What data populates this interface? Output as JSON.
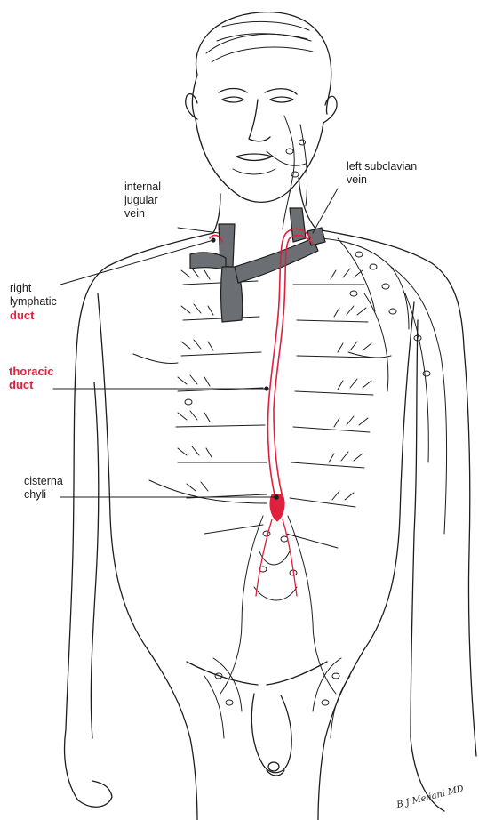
{
  "labels": {
    "internal_jugular_vein": [
      "internal",
      "jugular",
      "vein"
    ],
    "left_subclavian_vein": [
      "left subclavian",
      "vein"
    ],
    "right_lymphatic_duct": [
      "right",
      "lymphatic",
      "duct"
    ],
    "thoracic_duct": [
      "thoracic",
      "duct"
    ],
    "cisterna_chyli": [
      "cisterna",
      "chyli"
    ]
  },
  "signature": "B J Meliani MD",
  "colors": {
    "lymph_duct": "#e0203c",
    "vein_fill": "#6b6f73",
    "ink": "#1d1d1d"
  }
}
